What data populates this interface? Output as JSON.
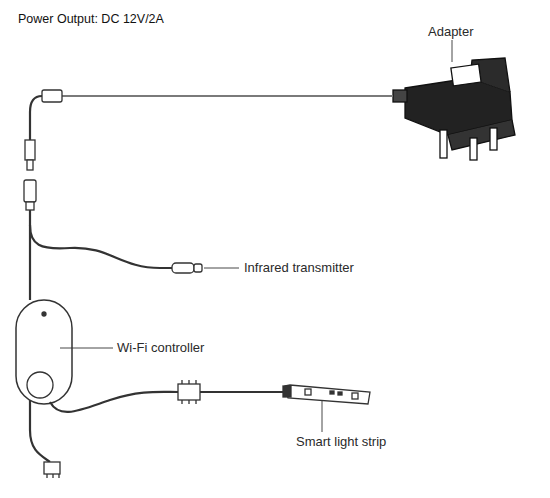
{
  "diagram": {
    "title": "Power Output: DC 12V/2A",
    "labels": [
      "Adapter",
      "Infrared transmitter",
      "Wi-Fi controller",
      "Smart light strip"
    ]
  }
}
